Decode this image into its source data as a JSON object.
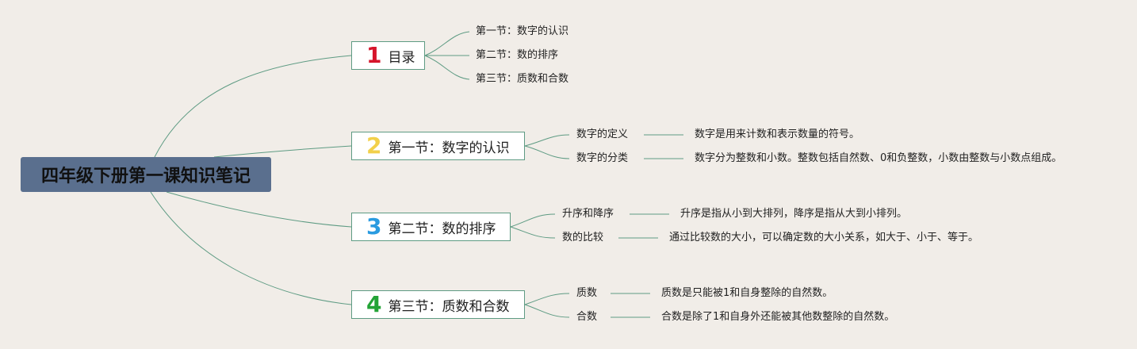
{
  "root": {
    "title": "四年级下册第一课知识笔记"
  },
  "colors": {
    "root_bg": "#5a6f8e",
    "line": "#5e9b83",
    "n1": "#d6152b",
    "n2": "#f2d04a",
    "n3": "#2a9be0",
    "n4": "#23a336"
  },
  "topics": [
    {
      "num": "1",
      "title": "目录",
      "items": [
        "第一节：数字的认识",
        "第二节：数的排序",
        "第三节：质数和合数"
      ]
    },
    {
      "num": "2",
      "title": "第一节：数字的认识",
      "items": [
        {
          "term": "数字的定义",
          "desc": "数字是用来计数和表示数量的符号。"
        },
        {
          "term": "数字的分类",
          "desc": "数字分为整数和小数。整数包括自然数、0和负整数，小数由整数与小数点组成。"
        }
      ]
    },
    {
      "num": "3",
      "title": "第二节：数的排序",
      "items": [
        {
          "term": "升序和降序",
          "desc": "升序是指从小到大排列，降序是指从大到小排列。"
        },
        {
          "term": "数的比较",
          "desc": "通过比较数的大小，可以确定数的大小关系，如大于、小于、等于。"
        }
      ]
    },
    {
      "num": "4",
      "title": "第三节：质数和合数",
      "items": [
        {
          "term": "质数",
          "desc": "质数是只能被1和自身整除的自然数。"
        },
        {
          "term": "合数",
          "desc": "合数是除了1和自身外还能被其他数整除的自然数。"
        }
      ]
    }
  ]
}
